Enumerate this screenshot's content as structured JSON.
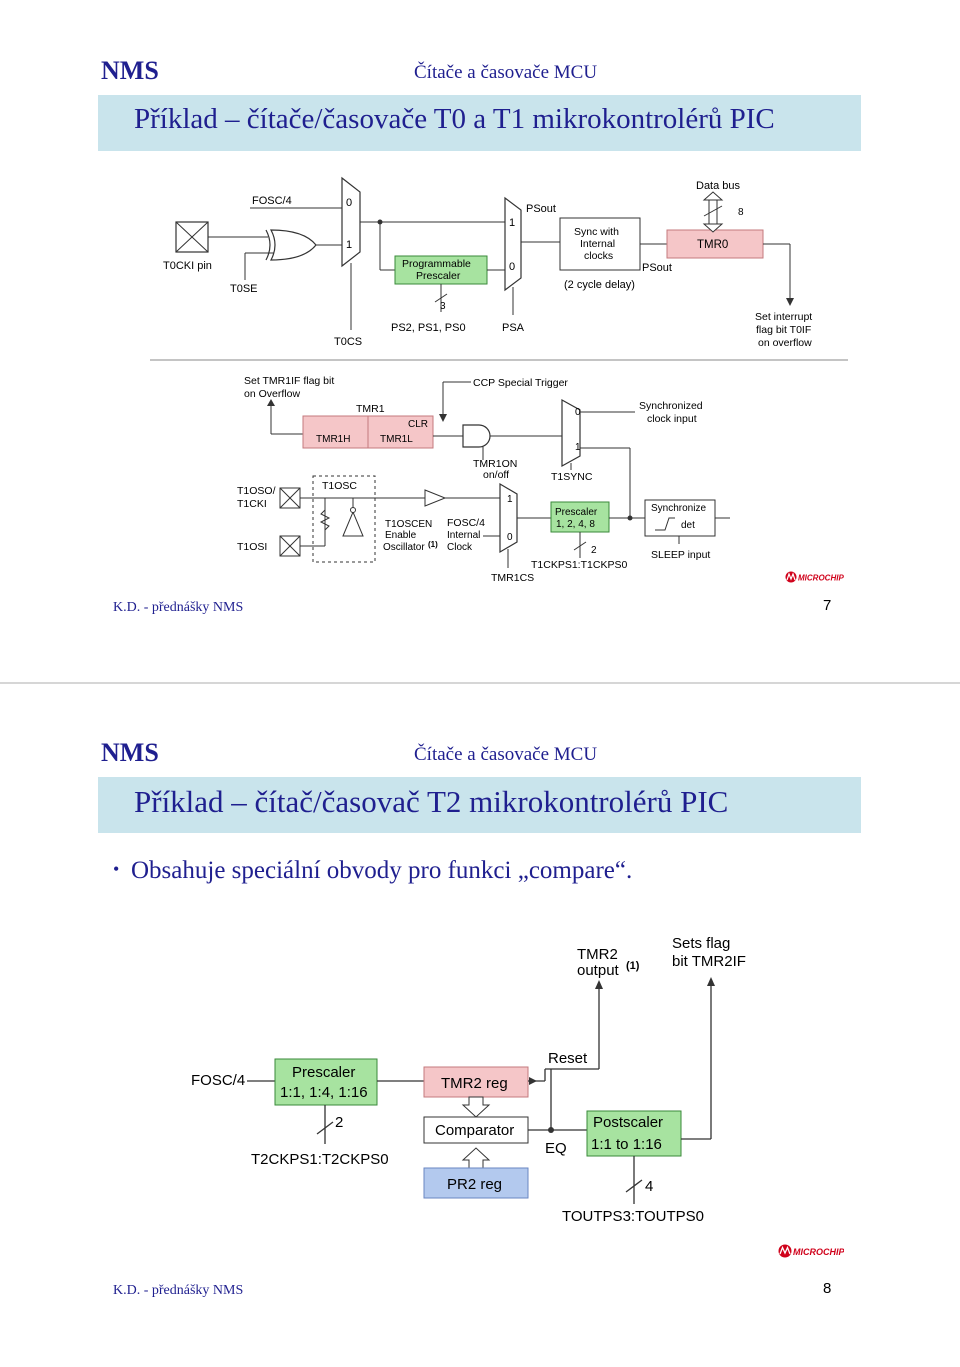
{
  "slide1": {
    "brand": "NMS",
    "subject": "Čítače a časovače MCU",
    "title": "Příklad – čítače/časovače T0 a T1 mikrokontrolérů PIC",
    "footer": "K.D. - přednášky NMS",
    "page": "7",
    "t0": {
      "fosc": "FOSC/4",
      "mux_0": "0",
      "mux_1": "1",
      "pin": "T0CKI pin",
      "t0se": "T0SE",
      "t0cs": "T0CS",
      "prescaler_l1": "Programmable",
      "prescaler_l2": "Prescaler",
      "ps_bus": "3",
      "ps_bits": "PS2, PS1, PS0",
      "psout": "PSout",
      "psa_1": "1",
      "psa_0": "0",
      "psa": "PSA",
      "sync_l1": "Sync with",
      "sync_l2": "Internal",
      "sync_l3": "clocks",
      "psout2": "PSout",
      "delay": "(2 cycle delay)",
      "databus": "Data bus",
      "bus_width": "8",
      "tmr0": "TMR0",
      "int_l1": "Set interrupt",
      "int_l2": "flag bit T0IF",
      "int_l3": "on overflow"
    },
    "t1": {
      "flag_l1": "Set TMR1IF flag bit",
      "flag_l2": "on Overflow",
      "ccp": "CCP Special Trigger",
      "tmr1": "TMR1",
      "clr": "CLR",
      "tmr1h": "TMR1H",
      "tmr1l": "TMR1L",
      "mux_0": "0",
      "mux_1": "1",
      "synced_l1": "Synchronized",
      "synced_l2": "clock input",
      "tmr1on_l1": "TMR1ON",
      "tmr1on_l2": "on/off",
      "t1sync": "T1SYNC",
      "t1oso_l1": "T1OSO/",
      "t1oso_l2": "T1CKI",
      "t1osi": "T1OSI",
      "t1osc": "T1OSC",
      "t1oscen_l1": "T1OSCEN",
      "t1oscen_l2": "Enable",
      "t1oscen_l3": "Oscillator",
      "note": "(1)",
      "fosc_l1": "FOSC/4",
      "fosc_l2": "Internal",
      "fosc_l3": "Clock",
      "mux2_1": "1",
      "mux2_0": "0",
      "tmr1cs": "TMR1CS",
      "pre_l1": "Prescaler",
      "pre_l2": "1, 2, 4, 8",
      "ckps_bus": "2",
      "ckps": "T1CKPS1:T1CKPS0",
      "synch_l1": "Synchronize",
      "synch_l2": "det",
      "sleep": "SLEEP input"
    },
    "logo": "MICROCHIP"
  },
  "slide2": {
    "brand": "NMS",
    "subject": "Čítače a časovače MCU",
    "title": "Příklad – čítač/časovač T2 mikrokontrolérů PIC",
    "bullet": "Obsahuje speciální obvody pro funkci „compare“.",
    "footer": "K.D. - přednášky NMS",
    "page": "8",
    "diagram": {
      "tmr2out_l1": "TMR2",
      "tmr2out_l2": "output",
      "note": "(1)",
      "flag_l1": "Sets flag",
      "flag_l2": "bit TMR2IF",
      "fosc": "FOSC/4",
      "pre_l1": "Prescaler",
      "pre_l2": "1:1, 1:4, 1:16",
      "tmr2reg": "TMR2 reg",
      "reset": "Reset",
      "comparator": "Comparator",
      "eq": "EQ",
      "post_l1": "Postscaler",
      "post_l2": "1:1  to  1:16",
      "pre_bus": "2",
      "ckps": "T2CKPS1:T2CKPS0",
      "pr2reg": "PR2 reg",
      "post_bus": "4",
      "toutps": "TOUTPS3:TOUTPS0"
    },
    "logo": "MICROCHIP"
  }
}
